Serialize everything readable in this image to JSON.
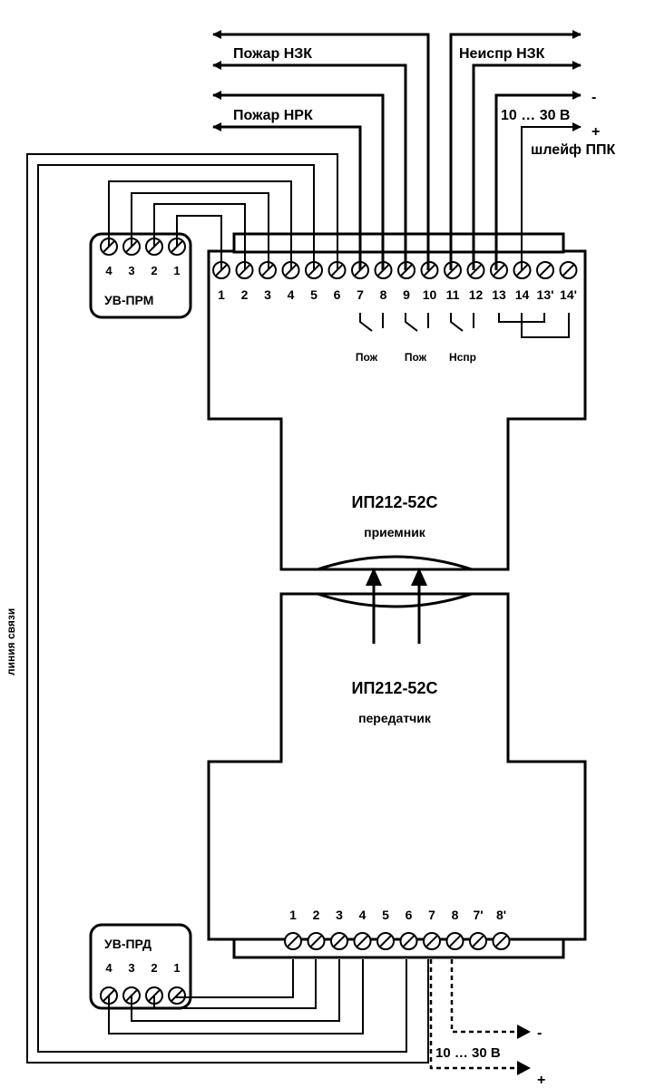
{
  "outputs": {
    "fire_nc": "Пожар НЗК",
    "fire_no": "Пожар НРК",
    "fault_nc": "Неиспр НЗК",
    "voltage": "10 … 30 В",
    "minus": "-",
    "plus": "+",
    "loop": "шлейф ППК"
  },
  "receiver": {
    "title": "ИП212-52С",
    "subtitle": "приемник",
    "terminals": [
      "1",
      "2",
      "3",
      "4",
      "5",
      "6",
      "7",
      "8",
      "9",
      "10",
      "11",
      "12",
      "13",
      "14",
      "13'",
      "14'"
    ],
    "contacts": [
      "Пож",
      "Пож",
      "Нспр"
    ]
  },
  "transmitter": {
    "title": "ИП212-52С",
    "subtitle": "передатчик",
    "terminals": [
      "1",
      "2",
      "3",
      "4",
      "5",
      "6",
      "7",
      "8",
      "7'",
      "8'"
    ]
  },
  "uv_prm": {
    "label": "УВ-ПРМ",
    "terminals": [
      "4",
      "3",
      "2",
      "1"
    ]
  },
  "uv_prd": {
    "label": "УВ-ПРД",
    "terminals": [
      "4",
      "3",
      "2",
      "1"
    ]
  },
  "link_line": "линия связи",
  "power_bottom": {
    "voltage": "10 … 30 В",
    "minus": "-",
    "plus": "+"
  }
}
